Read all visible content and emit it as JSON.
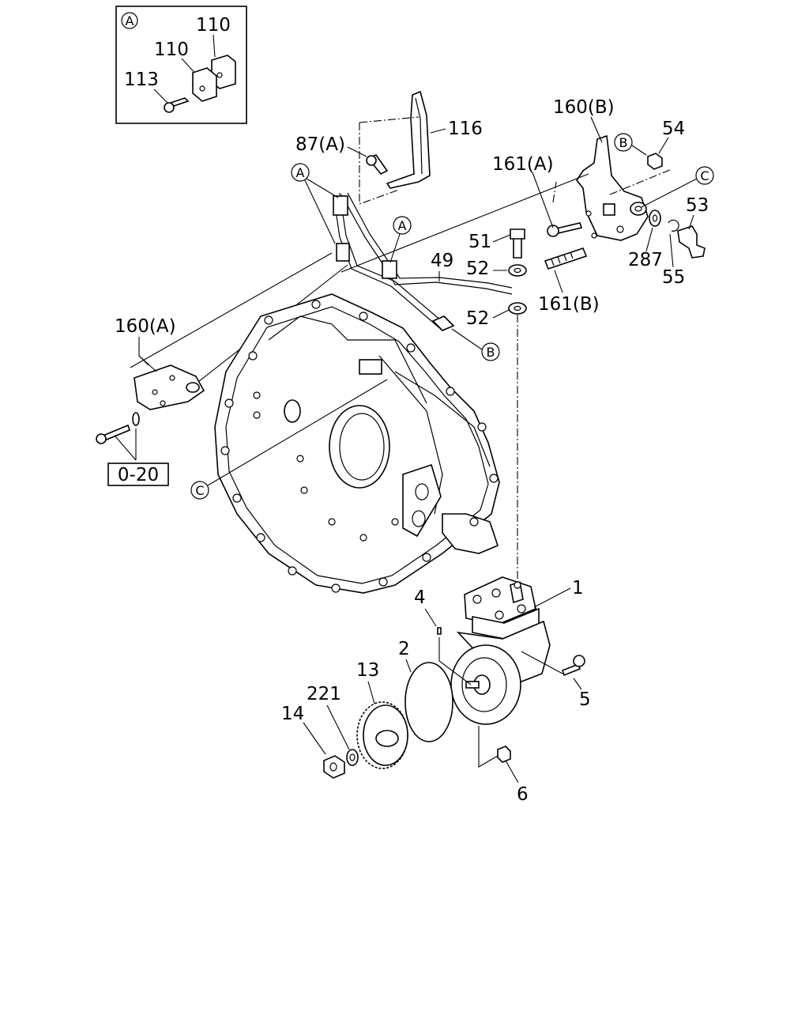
{
  "parts": {
    "p1": "1",
    "p2": "2",
    "p4": "4",
    "p5": "5",
    "p6": "6",
    "p13": "13",
    "p14": "14",
    "p221": "221",
    "p49": "49",
    "p51": "51",
    "p52a": "52",
    "p52b": "52",
    "p53": "53",
    "p54": "54",
    "p55": "55",
    "p287": "287",
    "p87a": "87(A)",
    "p116": "116",
    "p110a": "110",
    "p110b": "110",
    "p113": "113",
    "p160a": "160(A)",
    "p160b": "160(B)",
    "p161a": "161(A)",
    "p161b": "161(B)",
    "ref020": "0-20"
  },
  "callouts": {
    "detail_a": "A",
    "a1": "A",
    "a2": "A",
    "b1": "B",
    "b2": "B",
    "c1": "C",
    "c2": "C"
  }
}
